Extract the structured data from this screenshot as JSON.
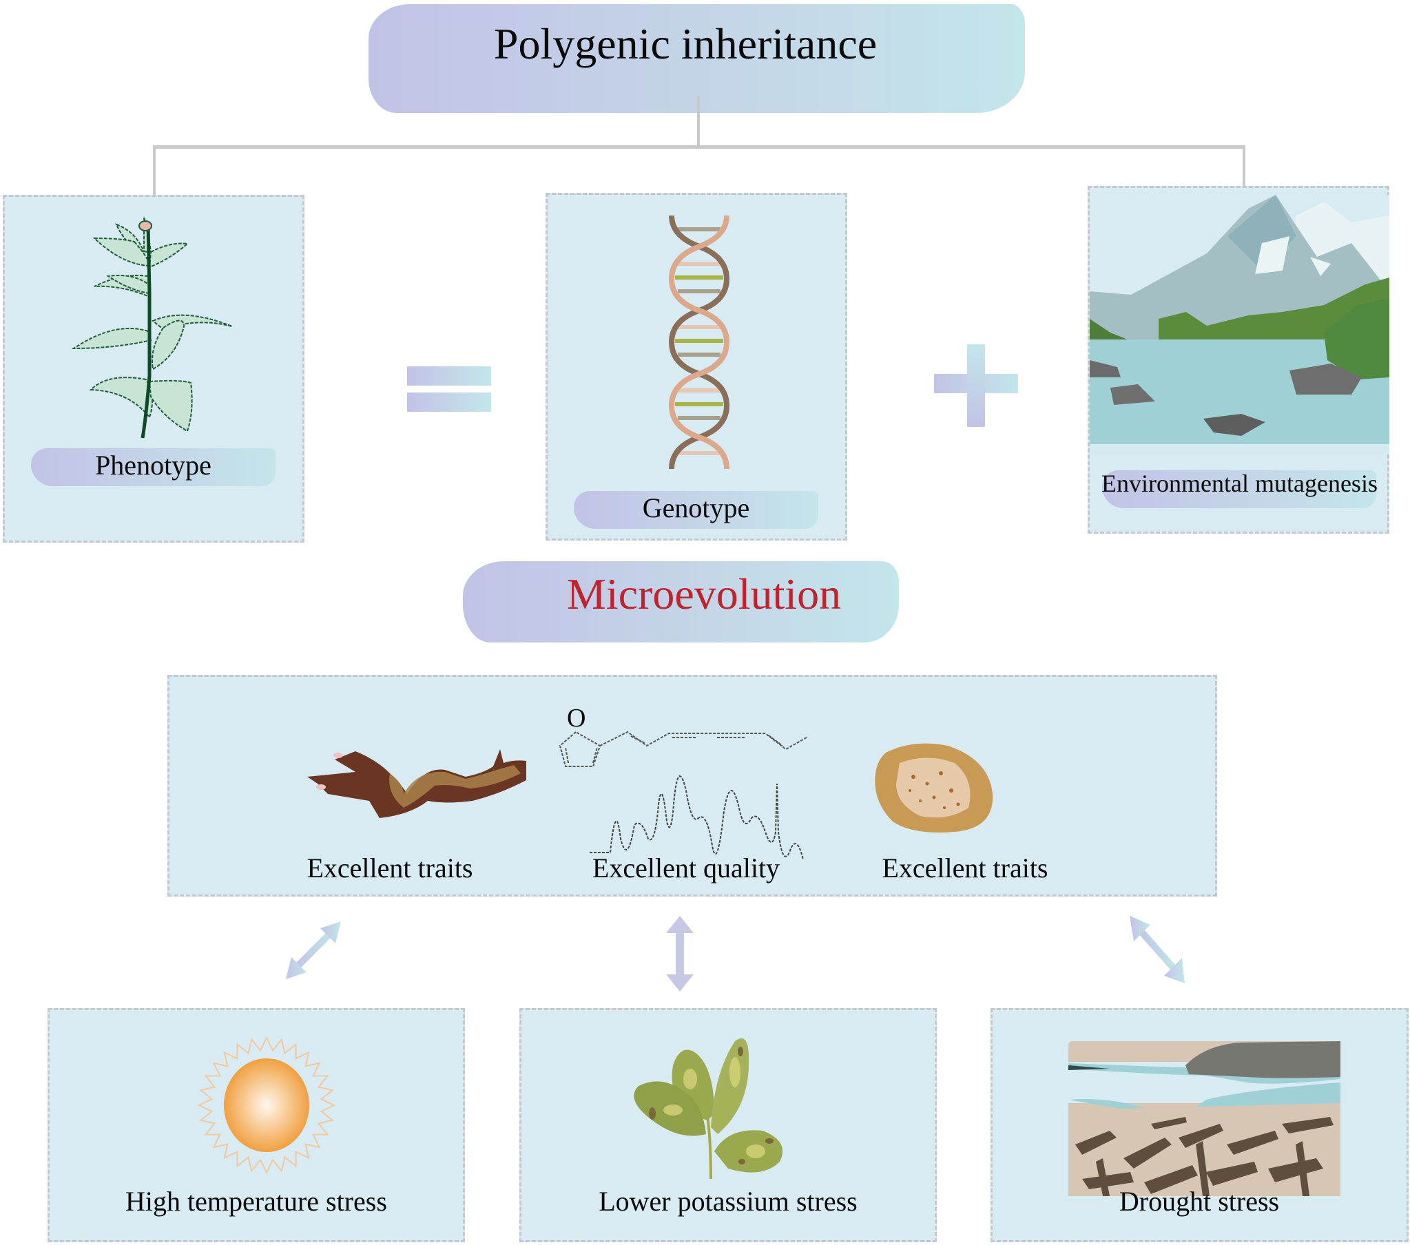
{
  "title": "Polygenic inheritance",
  "equation": {
    "equals_symbol": "equals-icon",
    "plus_symbol": "plus-icon"
  },
  "top_row": [
    {
      "label": "Phenotype",
      "icon": "plant-icon"
    },
    {
      "label": "Genotype",
      "icon": "dna-icon"
    },
    {
      "label": "Environmental mutagenesis",
      "icon": "mountain-lake-icon"
    }
  ],
  "subtitle": "Microevolution",
  "middle_box": {
    "items": [
      {
        "label": "Excellent traits",
        "icon": "root-icon"
      },
      {
        "label": "Excellent quality",
        "icon": "chromatogram-icon",
        "structure_atom": "O"
      },
      {
        "label": "Excellent traits",
        "icon": "tuber-slice-icon"
      }
    ]
  },
  "bottom_row": [
    {
      "label": "High temperature stress",
      "icon": "sun-icon"
    },
    {
      "label": "Lower potassium stress",
      "icon": "yellowing-leaf-icon"
    },
    {
      "label": "Drought stress",
      "icon": "cracked-earth-icon"
    }
  ],
  "colors": {
    "box_fill": "#d8ebf3",
    "box_border": "#c4c8cc",
    "brush_start": "#c1c3e6",
    "brush_end": "#c3e6ea",
    "subtitle_text": "#c0222e",
    "connector": "#c9c9c9",
    "arrow": "#c6c8e6"
  }
}
